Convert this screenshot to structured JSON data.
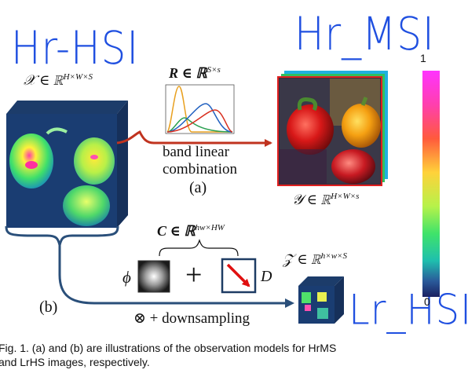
{
  "handwriting": {
    "hr_hsi": "Hr-HSI",
    "hr_msi": "Hr_MSI",
    "lr_hsi": "Lr_HSI"
  },
  "math": {
    "x_space": "𝒳 ∈ ℝ",
    "x_sup": "H×W×S",
    "r_space": "R ∈ ℝ",
    "r_sup": "S×s",
    "y_space": "𝒴 ∈ ℝ",
    "y_sup": "H×W×s",
    "c_space": "C ∈ ℝ",
    "c_sup": "hw×HW",
    "z_space": "𝒵 ∈ ℝ",
    "z_sup": "h×w×S",
    "phi": "ϕ",
    "plus": "+",
    "d": "D"
  },
  "labels": {
    "band_line1": "band linear",
    "band_line2": "combination",
    "a": "(a)",
    "b": "(b)",
    "downsampling": "⊗ + downsampling"
  },
  "colorbar": {
    "max": "1",
    "min": "0"
  },
  "caption": {
    "line1": "Fig. 1. (a) and (b) are illustrations of the observation models for HrMS",
    "line2": "and LrHS images, respectively."
  },
  "colors": {
    "handwriting": "#1f4fe0",
    "arrow_red": "#c0331f",
    "arrow_blue": "#2a4f7a"
  }
}
